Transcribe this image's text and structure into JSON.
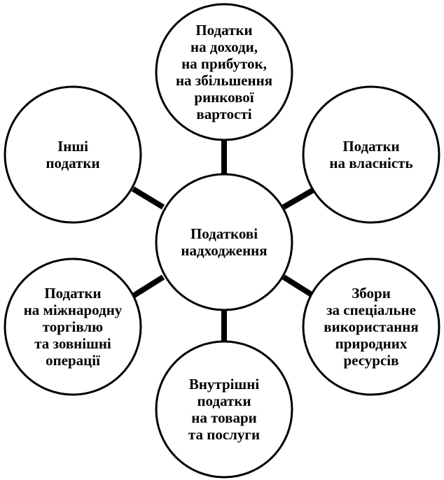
{
  "center": {
    "lines": [
      "Податкові",
      "надходження"
    ]
  },
  "nodes": {
    "top": {
      "lines": [
        "Податки",
        "на доходи,",
        "на прибуток,",
        "на збільшення",
        "ринкової",
        "вартості"
      ]
    },
    "top_right": {
      "lines": [
        "Податки",
        "на  власність"
      ]
    },
    "bottom_right": {
      "lines": [
        "Збори",
        "за спеціальне",
        "використання",
        "природних",
        "ресурсів"
      ]
    },
    "bottom": {
      "lines": [
        "Внутрішні",
        "податки",
        "на товари",
        "та послуги"
      ]
    },
    "bottom_left": {
      "lines": [
        "Податки",
        "на міжнародну",
        "торгівлю",
        "та зовнішні",
        "операції"
      ]
    },
    "top_left": {
      "lines": [
        "Інші",
        "податки"
      ]
    }
  },
  "colors": {
    "stroke": "#000000",
    "fill": "#ffffff"
  }
}
